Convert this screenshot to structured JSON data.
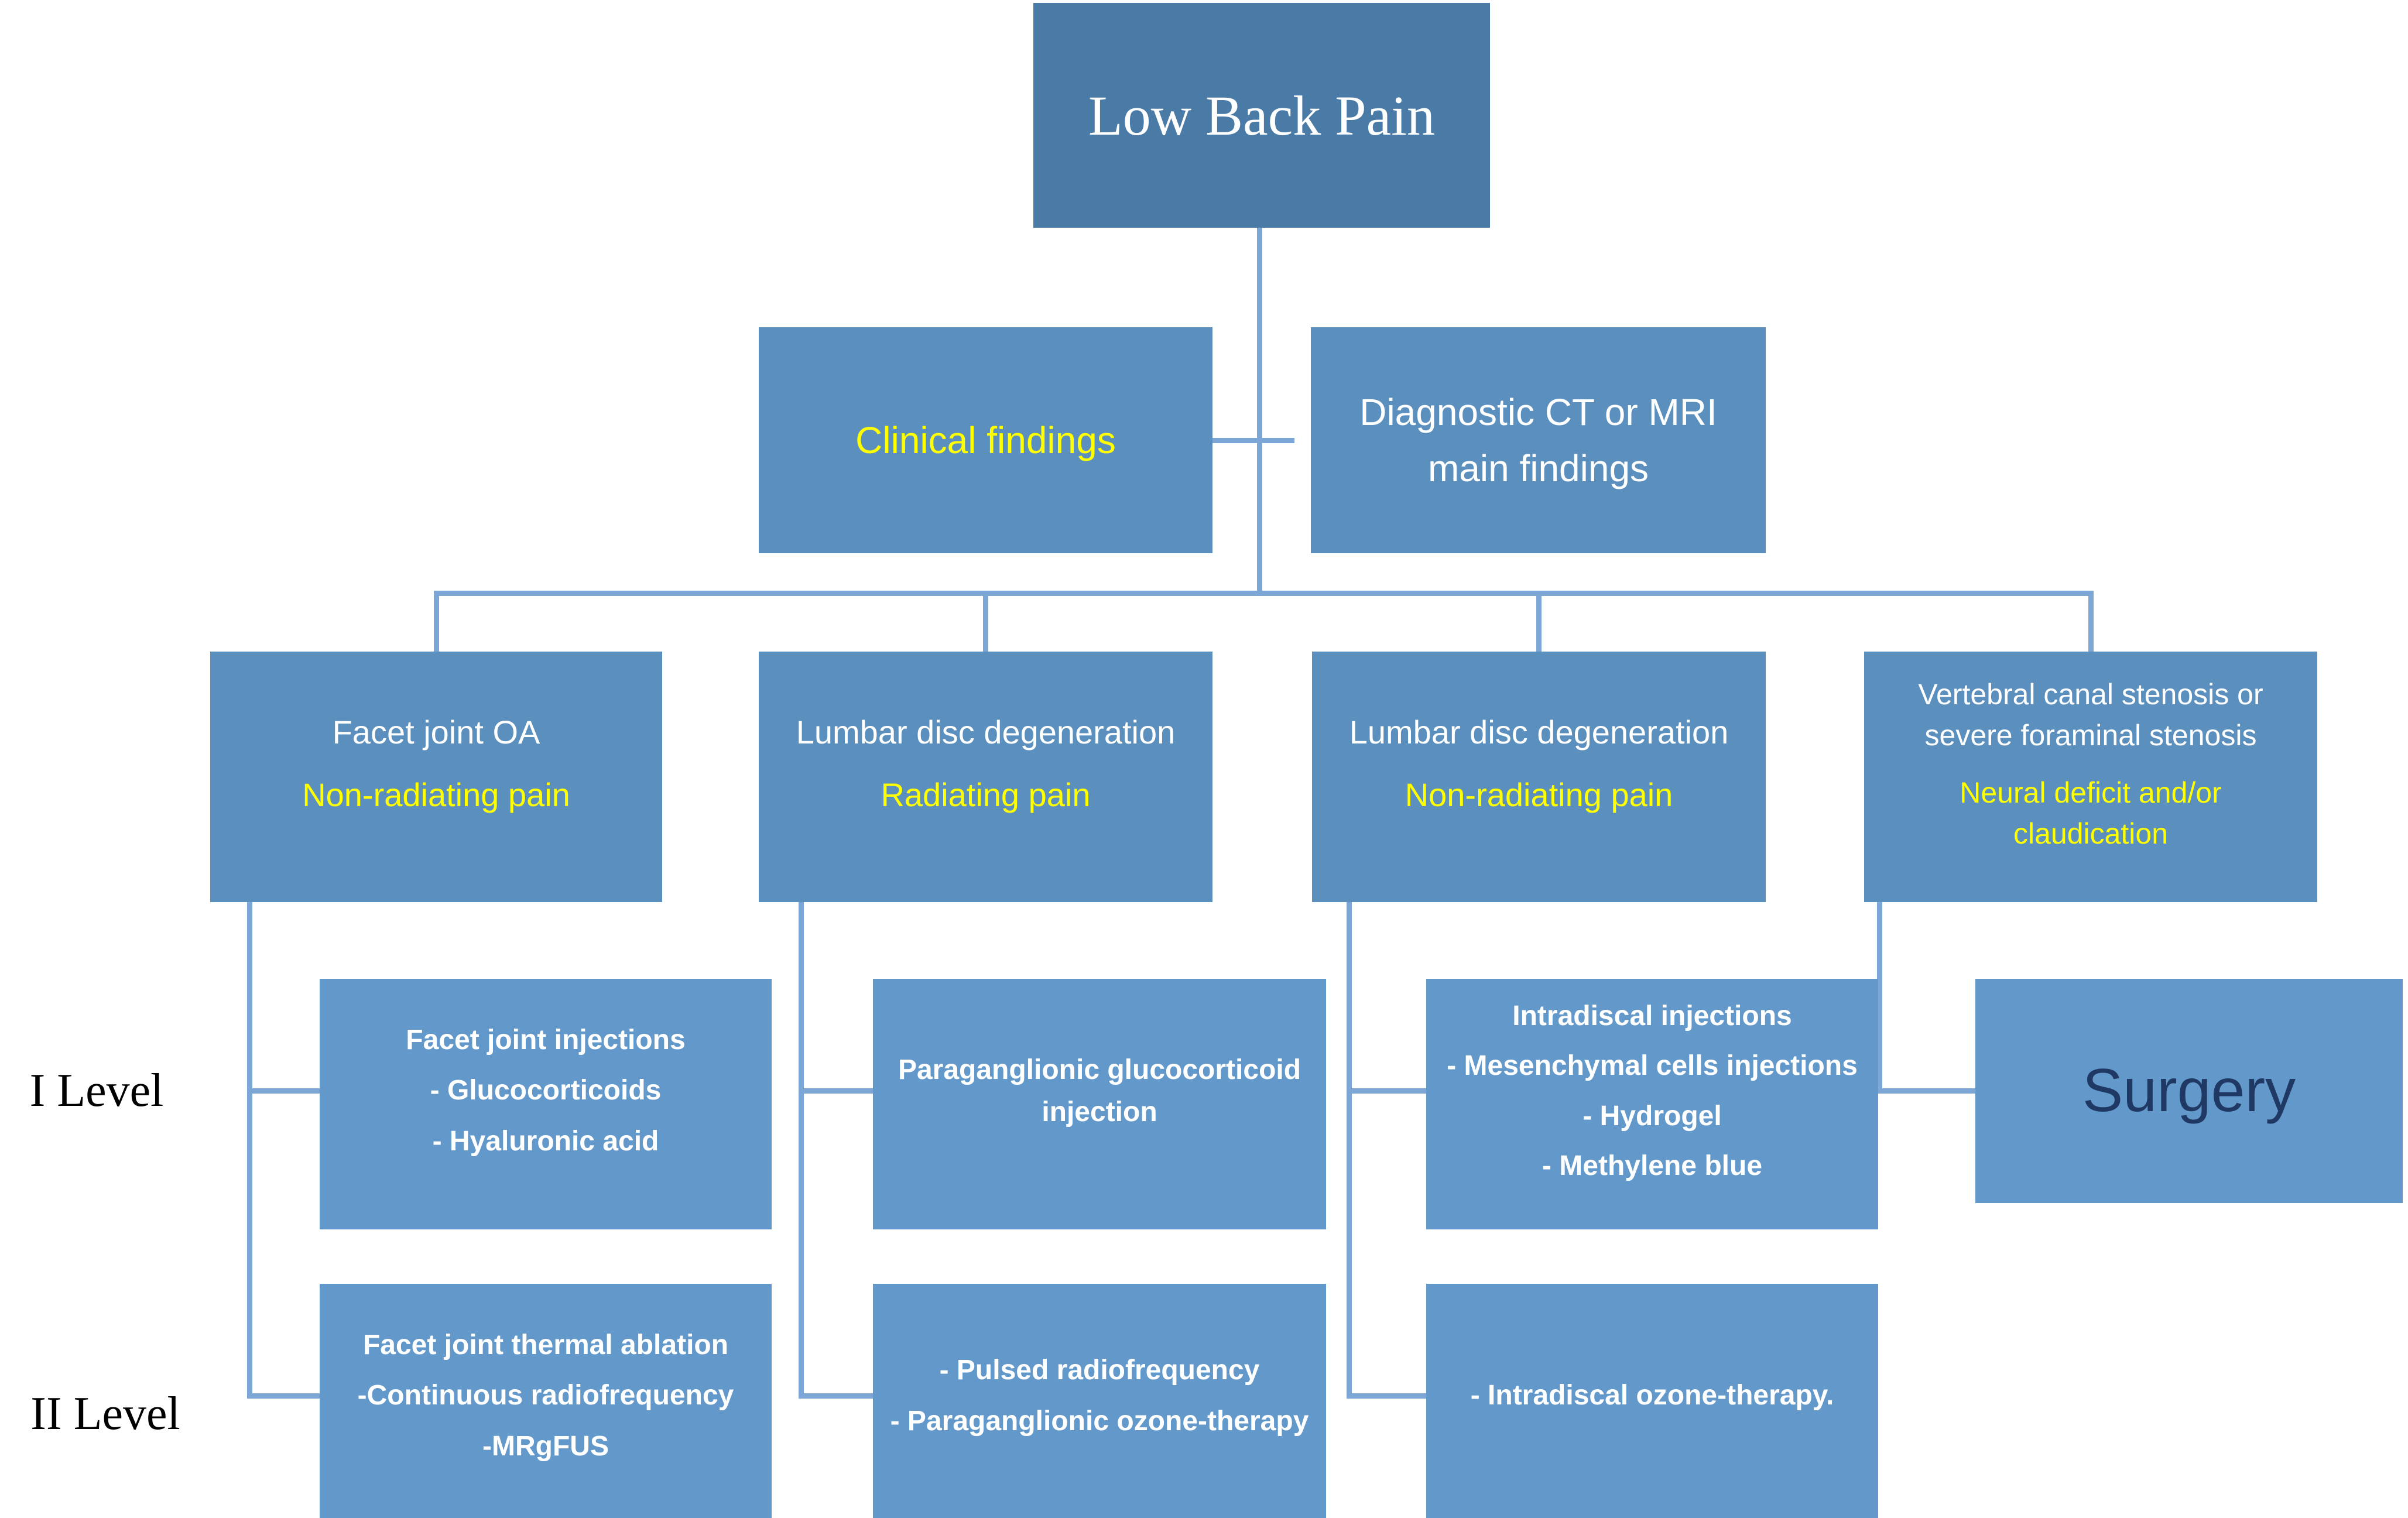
{
  "root": {
    "label": "Low Back Pain"
  },
  "level2": {
    "clinical": "Clinical findings",
    "diagnostic": [
      "Diagnostic CT or MRI",
      "main findings"
    ]
  },
  "row_labels": [
    "I Level",
    "II Level"
  ],
  "columns": [
    {
      "finding": {
        "primary": [
          "Facet joint OA"
        ],
        "highlight": [
          "Non-radiating pain"
        ]
      },
      "level1": [
        "Facet joint injections",
        "- Glucocorticoids",
        "- Hyaluronic acid"
      ],
      "level2": [
        "Facet joint thermal ablation",
        "-Continuous radiofrequency",
        "-MRgFUS"
      ]
    },
    {
      "finding": {
        "primary": [
          "Lumbar disc degeneration"
        ],
        "highlight": [
          "Radiating pain"
        ]
      },
      "level1": [
        "Paraganglionic glucocorticoid",
        "injection"
      ],
      "level2": [
        "- Pulsed radiofrequency",
        "- Paraganglionic ozone-therapy"
      ]
    },
    {
      "finding": {
        "primary": [
          "Lumbar disc degeneration"
        ],
        "highlight": [
          "Non-radiating pain"
        ]
      },
      "level1": [
        "Intradiscal injections",
        "- Mesenchymal cells injections",
        "- Hydrogel",
        "- Methylene blue"
      ],
      "level2": [
        "- Intradiscal ozone-therapy."
      ]
    },
    {
      "finding": {
        "primary": [
          "Vertebral canal stenosis or",
          "severe foraminal stenosis"
        ],
        "highlight": [
          "Neural deficit and/or",
          "claudication"
        ]
      },
      "level1": [
        "Surgery"
      ]
    }
  ],
  "colors": {
    "root_box": "#4A7AA6",
    "mid_box": "#5B8FBE",
    "light_box": "#6398CB",
    "connector": "#7CA6D6",
    "highlight": "#FFFF00",
    "primary_text": "#FFFFFF",
    "surgery_text": "#1F3864",
    "label_text": "#000000"
  }
}
